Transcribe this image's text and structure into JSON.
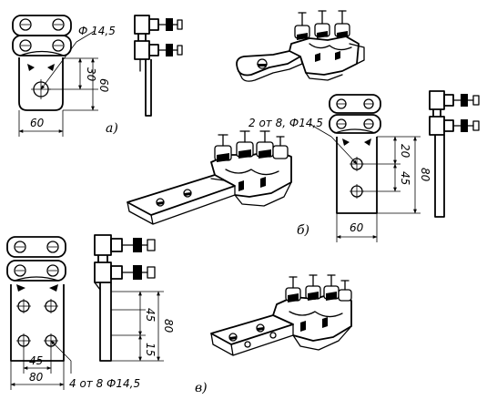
{
  "figure": {
    "panels": [
      {
        "caption": "а)",
        "dims": {
          "hole": "Ф 14,5",
          "offset": "30",
          "height": "60",
          "width": "60"
        }
      },
      {
        "caption": "б)",
        "dims": {
          "holes": "2 от 8, Ф14,5",
          "offset": "20",
          "pitch": "45",
          "height": "80",
          "width": "60"
        }
      },
      {
        "caption": "в)",
        "dims": {
          "pitch_v": "45",
          "edge": "15",
          "height": "80",
          "pitch_h": "45",
          "width": "80",
          "holes": "4 от 8 Ф14,5"
        }
      }
    ]
  }
}
